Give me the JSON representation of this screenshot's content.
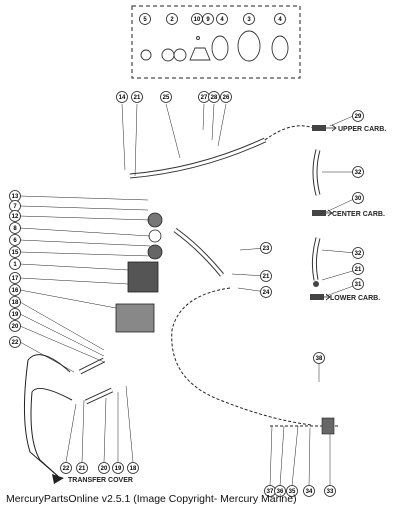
{
  "callouts": {
    "kit_box": [
      "5",
      "2",
      "10",
      "9",
      "4",
      "3",
      "4"
    ],
    "top_row": [
      "14",
      "21",
      "25",
      "27",
      "28",
      "26"
    ],
    "left_col": [
      "13",
      "7",
      "12",
      "8",
      "6",
      "15",
      "1",
      "17",
      "16",
      "18",
      "19",
      "20",
      "22"
    ],
    "right_col": [
      "29",
      "32",
      "30",
      "32",
      "21",
      "31"
    ],
    "mid": [
      "23",
      "21",
      "24"
    ],
    "right_lower": [
      "38"
    ],
    "bottom_left": [
      "22",
      "21",
      "20",
      "19",
      "18"
    ],
    "bottom_right": [
      "37",
      "36",
      "35",
      "34",
      "33"
    ]
  },
  "labels": {
    "upper_carb": "UPPER CARB.",
    "center_carb": "CENTER CARB.",
    "lower_carb": "LOWER CARB.",
    "transfer_cover": "TRANSFER COVER"
  },
  "footer": "MercuryPartsOnline v2.5.1 (Image Copyright- Mercury Marine)"
}
